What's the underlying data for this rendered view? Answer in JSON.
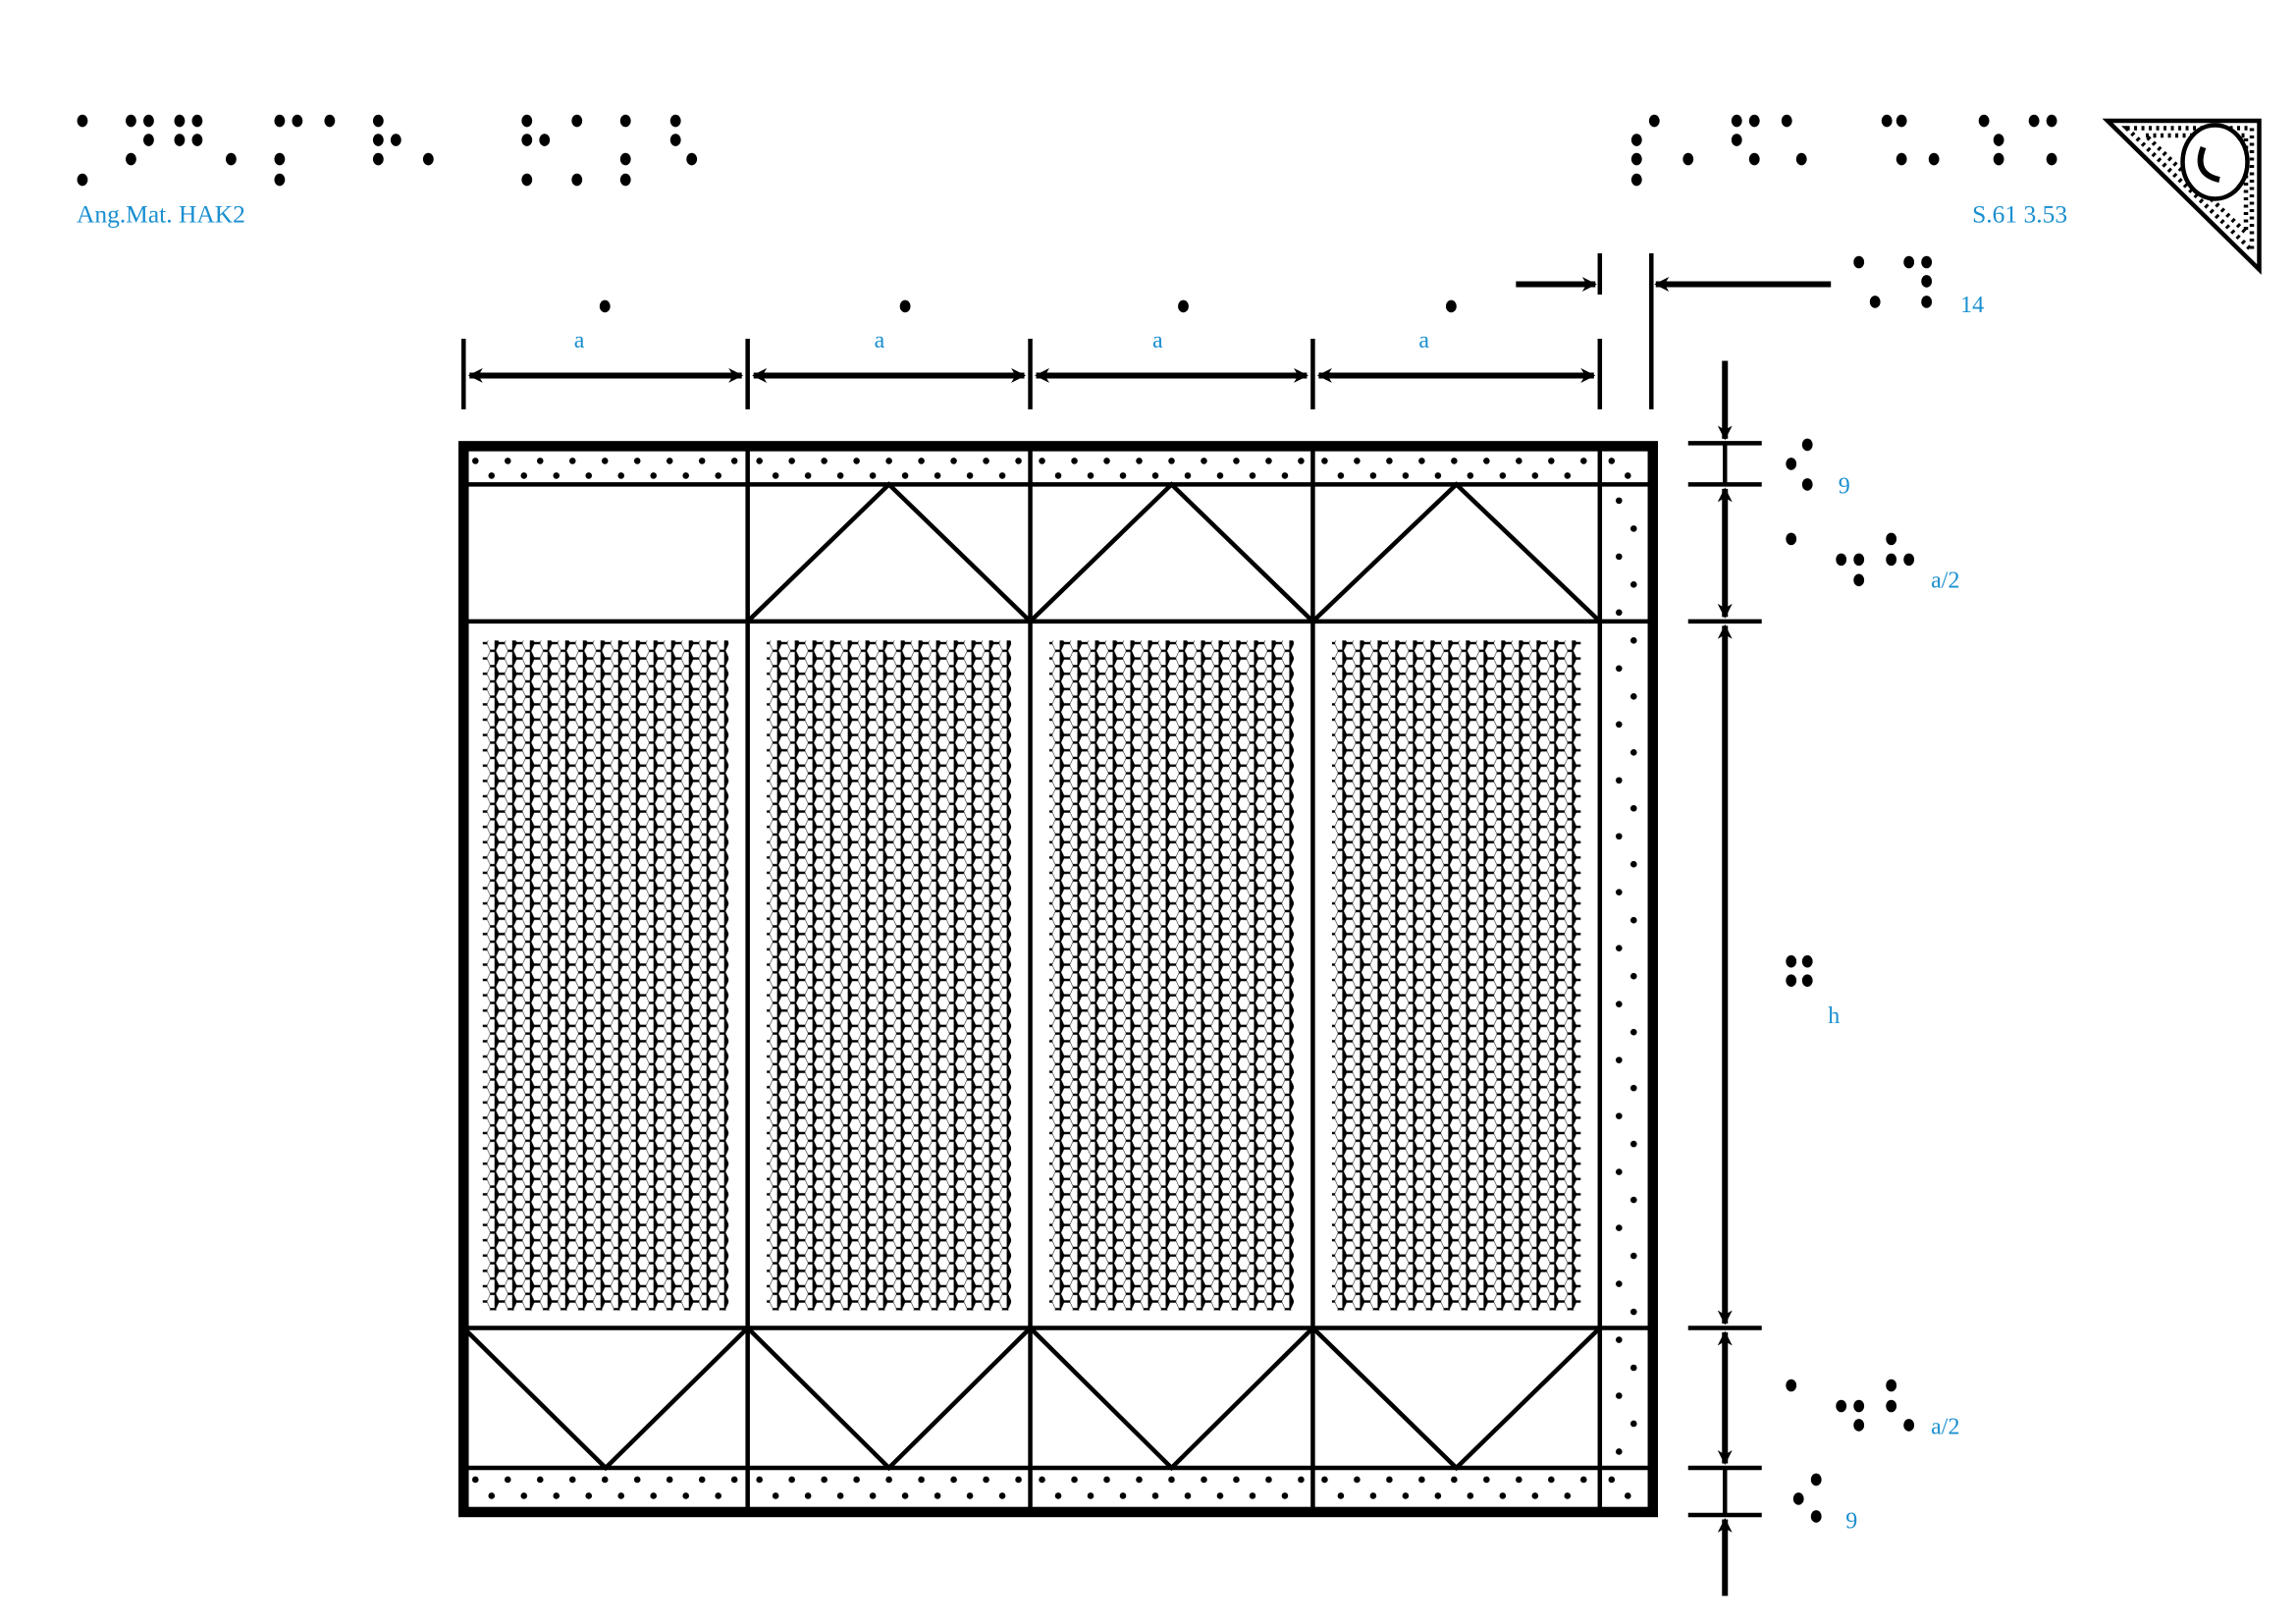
{
  "header": {
    "left_label": "Ang.Mat. HAK2",
    "right_label": "S.61 3.53"
  },
  "dimensions": {
    "column_width": "a",
    "strip_width": "14",
    "top_band": "9",
    "top_triangle_height": "a/2",
    "height": "h",
    "bottom_triangle_height": "a/2",
    "bottom_band": "9"
  },
  "colors": {
    "label": "#1a8fd0",
    "ink": "#000000"
  }
}
